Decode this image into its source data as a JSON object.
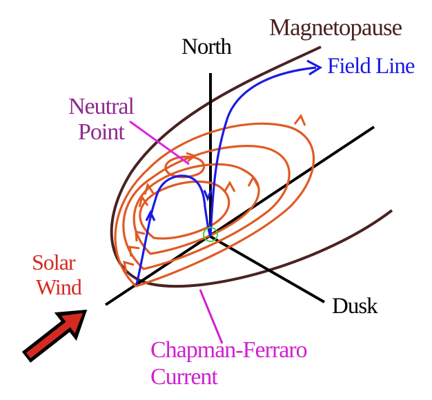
{
  "labels": {
    "magnetopause": "Magnetopause",
    "north": "North",
    "field_line": "Field Line",
    "neutral_point_line1": "Neutral",
    "neutral_point_line2": "Point",
    "solar_wind_line1": "Solar",
    "solar_wind_line2": "Wind",
    "dusk": "Dusk",
    "chapman_ferraro_line1": "Chapman-Ferraro",
    "chapman_ferraro_line2": "Current"
  },
  "colors": {
    "magnetopause": "#4a2222",
    "axis": "#000000",
    "field_line": "#1a1ae6",
    "current": "#e05a24",
    "neutral_point": "#8e2a8e",
    "pointer": "#e020e0",
    "solar_wind": "#d42a22",
    "chapman_ferraro": "#d020d0",
    "origin_marker": "#3ecf3e"
  }
}
